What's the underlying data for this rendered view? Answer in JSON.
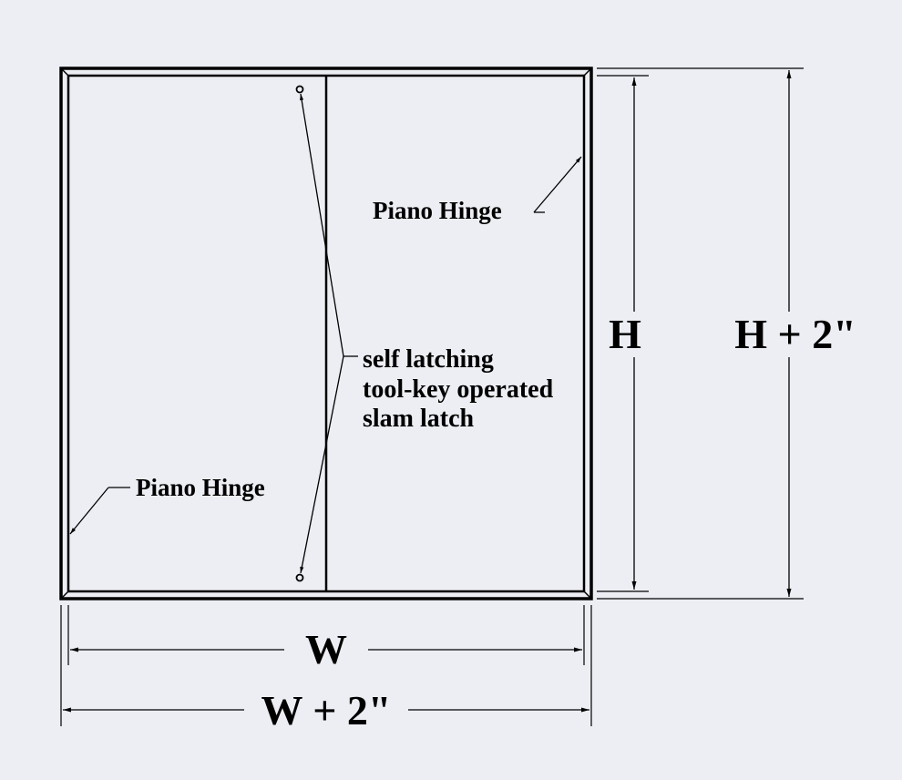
{
  "diagram": {
    "labels": {
      "piano_hinge_right": "Piano Hinge",
      "piano_hinge_left": "Piano Hinge",
      "latch_line1": "self latching",
      "latch_line2": "tool-key operated",
      "latch_line3": "slam latch",
      "dim_h": "H",
      "dim_h_plus": "H + 2\"",
      "dim_w": "W",
      "dim_w_plus": "W + 2\""
    }
  }
}
